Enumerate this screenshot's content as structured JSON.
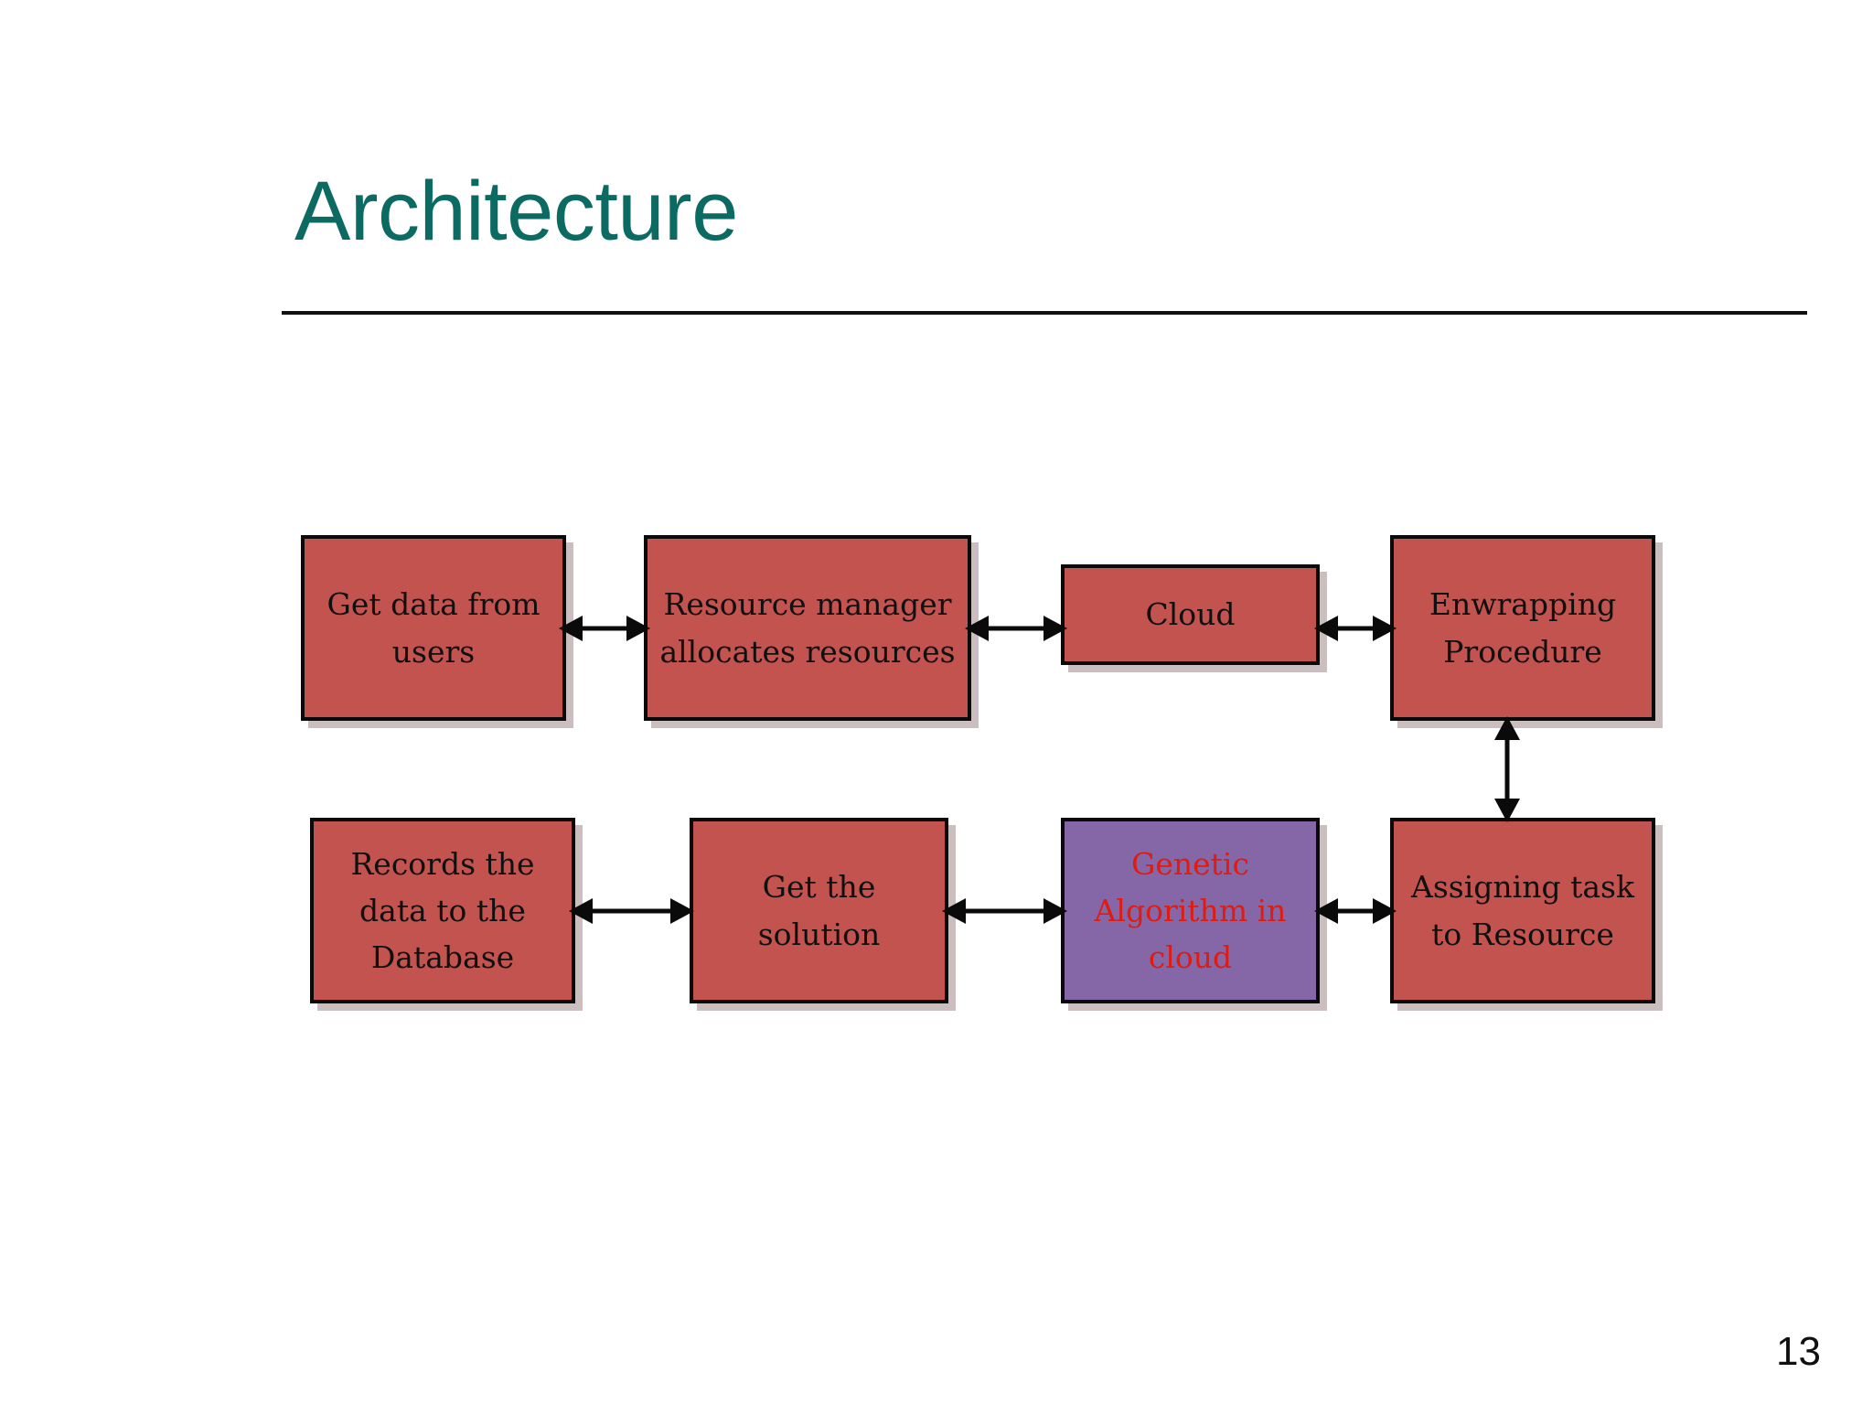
{
  "slide": {
    "title": "Architecture",
    "page_number": "13",
    "title_color": "#0b6a62",
    "rule_color": "#111111",
    "background_color": "#ffffff"
  },
  "diagram": {
    "type": "flowchart",
    "default_node_fill": "#c2534f",
    "highlight_node_fill": "#8567a8",
    "highlight_text_color": "#e01b10",
    "node_border_color": "#0a0a0a",
    "node_text_color": "#101010",
    "nodes": [
      {
        "id": "get-data-from-users",
        "label": "Get data from users",
        "row": "top",
        "column": 1,
        "fill": "#c2534f",
        "text_color": "#101010"
      },
      {
        "id": "resource-manager-allocates-resources",
        "label": "Resource manager allocates resources",
        "row": "top",
        "column": 2,
        "fill": "#c2534f",
        "text_color": "#101010"
      },
      {
        "id": "cloud",
        "label": "Cloud",
        "row": "top",
        "column": 3,
        "fill": "#c2534f",
        "text_color": "#101010"
      },
      {
        "id": "enwrapping-procedure",
        "label": "Enwrapping Procedure",
        "row": "top",
        "column": 4,
        "fill": "#c2534f",
        "text_color": "#101010"
      },
      {
        "id": "records-the-data-to-the-database",
        "label": "Records the data to the Database",
        "row": "bottom",
        "column": 1,
        "fill": "#c2534f",
        "text_color": "#101010"
      },
      {
        "id": "get-the-solution",
        "label": "Get the solution",
        "row": "bottom",
        "column": 2,
        "fill": "#c2534f",
        "text_color": "#101010"
      },
      {
        "id": "genetic-algorithm-in-cloud",
        "label": "Genetic Algorithm in cloud",
        "row": "bottom",
        "column": 3,
        "fill": "#8567a8",
        "text_color": "#e01b10"
      },
      {
        "id": "assigning-task-to-resource",
        "label": "Assigning task to Resource",
        "row": "bottom",
        "column": 4,
        "fill": "#c2534f",
        "text_color": "#101010"
      }
    ],
    "connectors": [
      {
        "id": "c1",
        "from": "get-data-from-users",
        "to": "resource-manager-allocates-resources",
        "orientation": "horizontal",
        "heads": "both"
      },
      {
        "id": "c2",
        "from": "resource-manager-allocates-resources",
        "to": "cloud",
        "orientation": "horizontal",
        "heads": "both"
      },
      {
        "id": "c3",
        "from": "cloud",
        "to": "enwrapping-procedure",
        "orientation": "horizontal",
        "heads": "both"
      },
      {
        "id": "c4",
        "from": "enwrapping-procedure",
        "to": "assigning-task-to-resource",
        "orientation": "vertical",
        "heads": "both"
      },
      {
        "id": "c5",
        "from": "assigning-task-to-resource",
        "to": "genetic-algorithm-in-cloud",
        "orientation": "horizontal",
        "heads": "both"
      },
      {
        "id": "c6",
        "from": "genetic-algorithm-in-cloud",
        "to": "get-the-solution",
        "orientation": "horizontal",
        "heads": "both"
      },
      {
        "id": "c7",
        "from": "get-the-solution",
        "to": "records-the-data-to-the-database",
        "orientation": "horizontal",
        "heads": "both"
      }
    ]
  }
}
